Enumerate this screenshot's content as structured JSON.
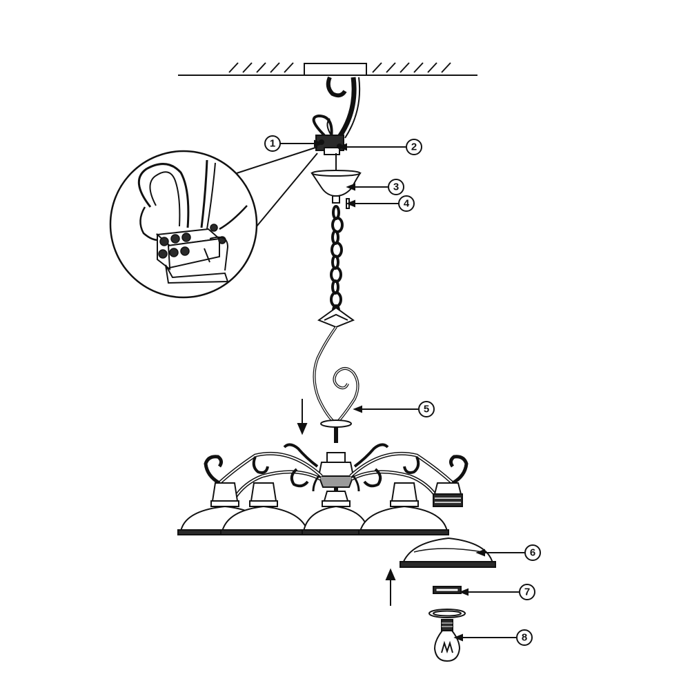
{
  "diagram": {
    "callouts": [
      {
        "id": "1",
        "label": "1"
      },
      {
        "id": "2",
        "label": "2"
      },
      {
        "id": "3",
        "label": "3"
      },
      {
        "id": "4",
        "label": "4"
      },
      {
        "id": "5",
        "label": "5"
      },
      {
        "id": "6",
        "label": "6"
      },
      {
        "id": "7",
        "label": "7"
      },
      {
        "id": "8",
        "label": "8"
      }
    ],
    "colors": {
      "line": "#111111",
      "background": "#ffffff",
      "shade_dark": "#2a2a2a",
      "shade_mid": "#9a9a9a"
    }
  }
}
